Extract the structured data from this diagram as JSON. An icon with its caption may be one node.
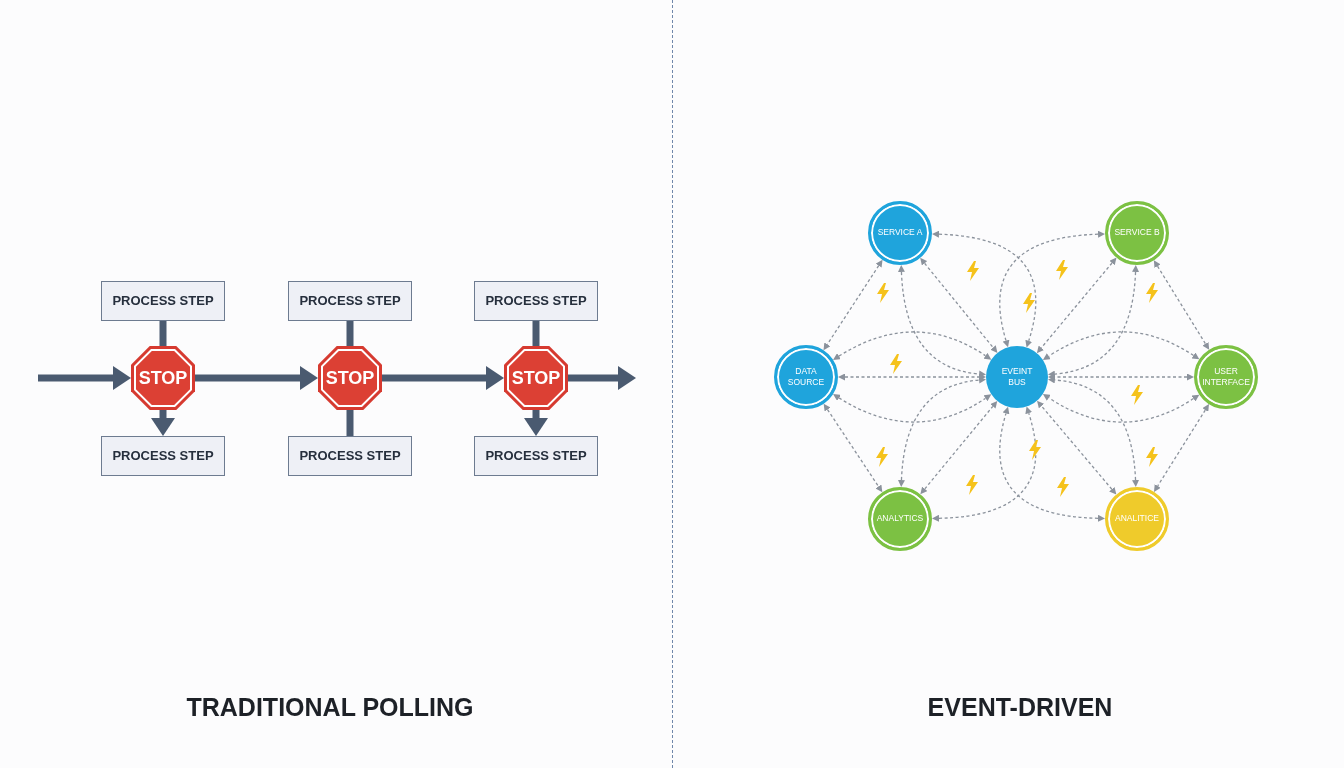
{
  "diagram": {
    "nodes": [
      {
        "text": [
          "PROCESS STEP"
        ]
      },
      {
        "text": [
          "PROCESS STEP"
        ]
      },
      {
        "text": [
          "PROCESS STEP"
        ]
      },
      {
        "text": [
          "STOP"
        ]
      },
      {
        "text": [
          "STOP"
        ]
      },
      {
        "text": [
          "STOP"
        ]
      },
      {
        "text": [
          "PROCESS STEP"
        ]
      },
      {
        "text": [
          "PROCESS STEP"
        ]
      },
      {
        "text": [
          "PROCESS STEP"
        ]
      },
      {
        "text": [
          "SERVICE A"
        ]
      },
      {
        "text": [
          "SERVICE B"
        ]
      },
      {
        "text": [
          "DATA SOURCE"
        ]
      },
      {
        "text": [
          "EVEINT BUS"
        ]
      },
      {
        "text": [
          "USER INTERFACE"
        ]
      },
      {
        "text": [
          "ANALYTICS"
        ]
      },
      {
        "text": [
          "ANALITICE"
        ]
      }
    ],
    "edges": [
      {
        "from": null,
        "to": 3,
        "arrow": "to",
        "style": "thick",
        "color": "#4a5a70"
      },
      {
        "from": 3,
        "to": 4,
        "arrow": "to",
        "style": "thick",
        "color": "#4a5a70"
      },
      {
        "from": 4,
        "to": 5,
        "arrow": "to",
        "style": "thick",
        "color": "#4a5a70"
      },
      {
        "from": 5,
        "to": null,
        "arrow": "to",
        "style": "thick",
        "color": "#4a5a70"
      },
      {
        "from": 0,
        "to": 3,
        "arrow": "none",
        "style": "thick",
        "color": "#4a5a70"
      },
      {
        "from": 3,
        "to": 6,
        "arrow": "to",
        "style": "thick",
        "color": "#4a5a70"
      },
      {
        "from": 1,
        "to": 4,
        "arrow": "none",
        "style": "thick",
        "color": "#4a5a70"
      },
      {
        "from": 4,
        "to": 7,
        "arrow": "none",
        "style": "thick",
        "color": "#4a5a70"
      },
      {
        "from": 2,
        "to": 5,
        "arrow": "none",
        "style": "thick",
        "color": "#4a5a70"
      },
      {
        "from": 5,
        "to": 8,
        "arrow": "to",
        "style": "thick",
        "color": "#4a5a70"
      },
      {
        "from": 9,
        "to": 12,
        "arrow": "both",
        "style": "dashed"
      },
      {
        "from": 9,
        "to": 12,
        "arrow": "both",
        "style": "dashed"
      },
      {
        "from": 9,
        "to": 12,
        "arrow": "both",
        "style": "dashed"
      },
      {
        "from": 10,
        "to": 12,
        "arrow": "both",
        "style": "dashed"
      },
      {
        "from": 10,
        "to": 12,
        "arrow": "both",
        "style": "dashed"
      },
      {
        "from": 10,
        "to": 12,
        "arrow": "both",
        "style": "dashed"
      },
      {
        "from": 11,
        "to": 12,
        "arrow": "both",
        "style": "dashed"
      },
      {
        "from": 11,
        "to": 12,
        "arrow": "both",
        "style": "dashed"
      },
      {
        "from": 11,
        "to": 12,
        "arrow": "both",
        "style": "dashed"
      },
      {
        "from": 13,
        "to": 12,
        "arrow": "both",
        "style": "dashed"
      },
      {
        "from": 13,
        "to": 12,
        "arrow": "both",
        "style": "dashed"
      },
      {
        "from": 13,
        "to": 12,
        "arrow": "both",
        "style": "dashed"
      },
      {
        "from": 14,
        "to": 12,
        "arrow": "both",
        "style": "dashed"
      },
      {
        "from": 14,
        "to": 12,
        "arrow": "both",
        "style": "dashed"
      },
      {
        "from": 14,
        "to": 12,
        "arrow": "both",
        "style": "dashed"
      },
      {
        "from": 15,
        "to": 12,
        "arrow": "both",
        "style": "dashed"
      },
      {
        "from": 15,
        "to": 12,
        "arrow": "both",
        "style": "dashed"
      },
      {
        "from": 15,
        "to": 12,
        "arrow": "both",
        "style": "dashed"
      },
      {
        "from": 9,
        "to": 11,
        "arrow": "both",
        "style": "dashed"
      },
      {
        "from": 10,
        "to": 13,
        "arrow": "both",
        "style": "dashed"
      },
      {
        "from": 11,
        "to": 14,
        "arrow": "both",
        "style": "dashed"
      },
      {
        "from": 13,
        "to": 15,
        "arrow": "both",
        "style": "dashed"
      }
    ],
    "labels": [
      "TRADITIONAL POLLING",
      "EVENT-DRIVEN"
    ]
  }
}
